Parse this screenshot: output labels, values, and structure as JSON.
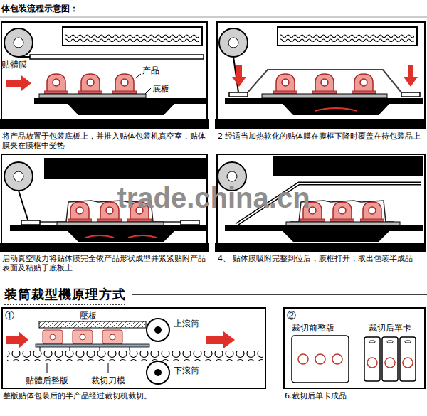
{
  "diagram": {
    "title": "体包装流程示意图：",
    "nodes": [
      {
        "text": [
          "将产品放置于包装底板上，并推入贴体包装机真空室，贴体膜夹在膜框中受热"
        ]
      },
      {
        "text": [
          "2 经适当加热软化的贴体膜在膜框下降时覆盖在待包装品上"
        ]
      },
      {
        "text": [
          "启动真空吸力将贴体膜完全依产品形状成型并紧紧贴附产品表面及粘贴于底板上"
        ]
      },
      {
        "text": [
          "4、 贴体膜吸附完整到位后，膜框打开，取出包装半成品"
        ]
      },
      {
        "text": [
          "①",
          "整版贴体包装后的半产品经过裁切机裁切。"
        ]
      },
      {
        "text": [
          "②",
          "6.裁切后单卡成品"
        ]
      }
    ],
    "labels": [
      "贴體膜",
      "产品",
      "底板",
      "trade.china.cn",
      "装筒裁型機原理方式",
      "壓板",
      "上滾筒",
      "下滾筒",
      "贴體后整版",
      "裁切刀模",
      "裁切前整版",
      "裁切后單卡"
    ]
  }
}
